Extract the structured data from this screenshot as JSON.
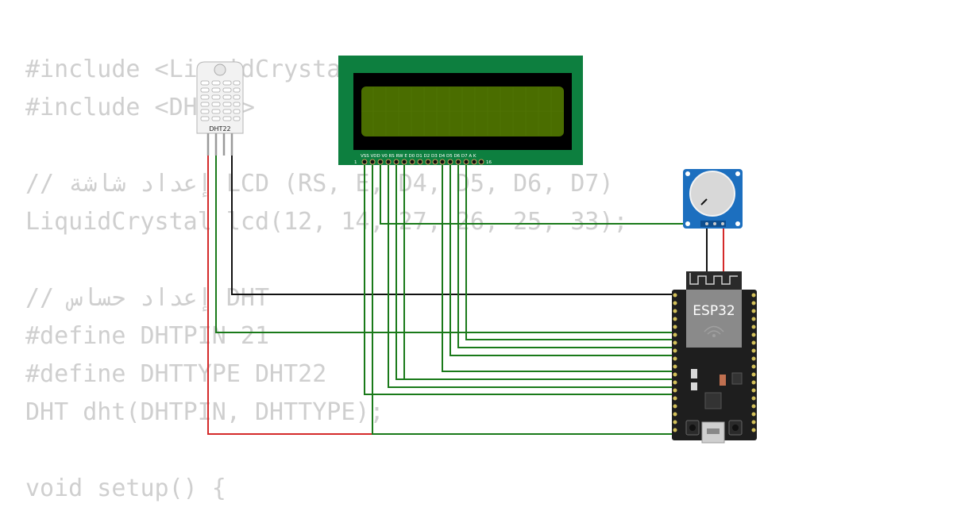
{
  "code": {
    "lines": [
      "#include <LiquidCrystal.h>",
      "#include <DHT.h>",
      "",
      "// إعداد شاشة LCD (RS, E, D4, D5, D6, D7)",
      "LiquidCrystal lcd(12, 14, 27, 26, 25, 33);",
      "",
      "// إعداد حساس DHT",
      "#define DHTPIN 21",
      "#define DHTTYPE DHT22",
      "DHT dht(DHTPIN, DHTTYPE);",
      "",
      "void setup() {"
    ]
  },
  "dht": {
    "label": "DHT22"
  },
  "lcd": {
    "pin_labels": "VSS VDD V0 RS RW E D0 D1 D2 D3 D4 D5 D6 D7 A K",
    "pin_first": "1",
    "pin_last": "16"
  },
  "esp": {
    "label": "ESP32"
  },
  "colors": {
    "signal_wire": "#1a7a1a",
    "power_wire": "#d42a2a",
    "ground_wire": "#111111",
    "lcd_board": "#0d7f3f",
    "lcd_screen": "#4a6d00"
  }
}
